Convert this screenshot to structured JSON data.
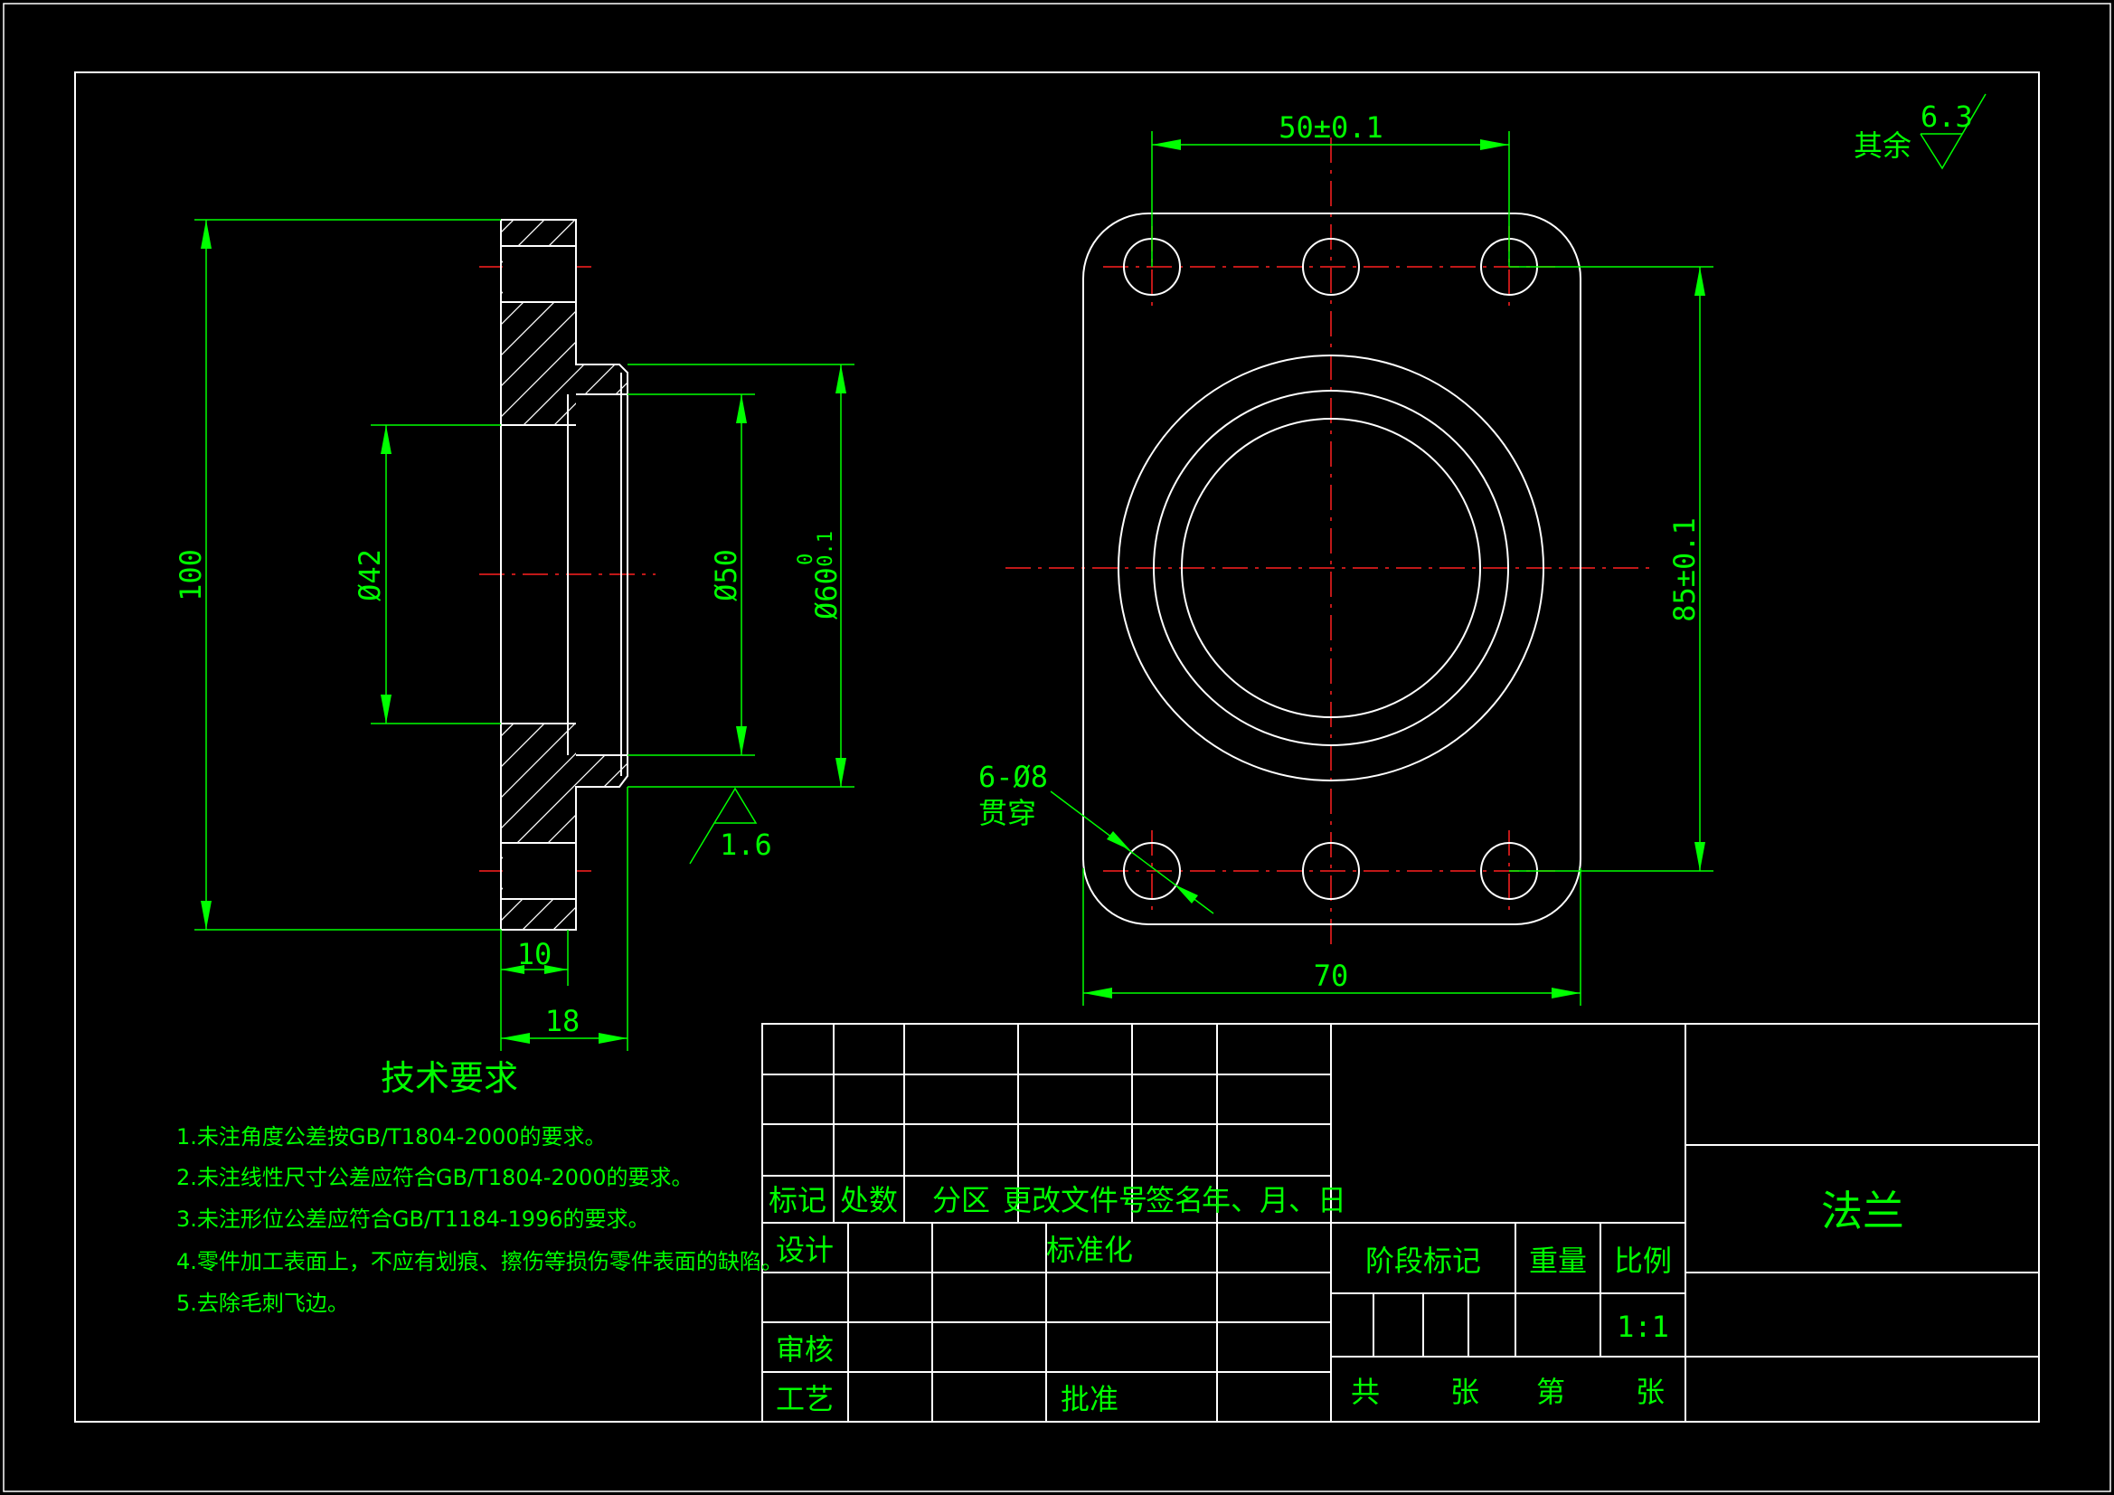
{
  "colors": {
    "background": "#000000",
    "outline": "#ffffff",
    "annotation": "#00ff00",
    "centerline": "#ff2020"
  },
  "surface_finish": {
    "label": "其余",
    "value": "6.3"
  },
  "side_view": {
    "dims": {
      "overall_height": "100",
      "bore": "Ø42",
      "spigot": "Ø50",
      "boss": "Ø60",
      "boss_tol_upper": "0",
      "boss_tol_lower": "-0.1",
      "flange_thk": "10",
      "total_length": "18"
    },
    "roughness": "1.6"
  },
  "front_view": {
    "dims": {
      "hole_pitch_x": "50±0.1",
      "hole_pitch_y": "85±0.1",
      "width": "70"
    },
    "holes_note": {
      "line1": "6-Ø8",
      "line2": "贯穿"
    }
  },
  "tech_requirements": {
    "title": "技术要求",
    "items": [
      "1.未注角度公差按GB/T1804-2000的要求。",
      "2.未注线性尺寸公差应符合GB/T1804-2000的要求。",
      "3.未注形位公差应符合GB/T1184-1996的要求。",
      "4.零件加工表面上，不应有划痕、擦伤等损伤零件表面的缺陷。",
      "5.去除毛刺飞边。"
    ]
  },
  "title_block": {
    "rev_headers": [
      "标记",
      "处数",
      "分区",
      "更改文件号",
      "签名",
      "年、月、日"
    ],
    "design": "设计",
    "standardize": "标准化",
    "review": "审核",
    "process": "工艺",
    "approve": "批准",
    "stage": "阶段标记",
    "weight": "重量",
    "scale_label": "比例",
    "scale": "1:1",
    "part_name": "法兰",
    "sheet": {
      "total": "共",
      "sheets1": "张",
      "nth": "第",
      "sheets2": "张"
    }
  }
}
